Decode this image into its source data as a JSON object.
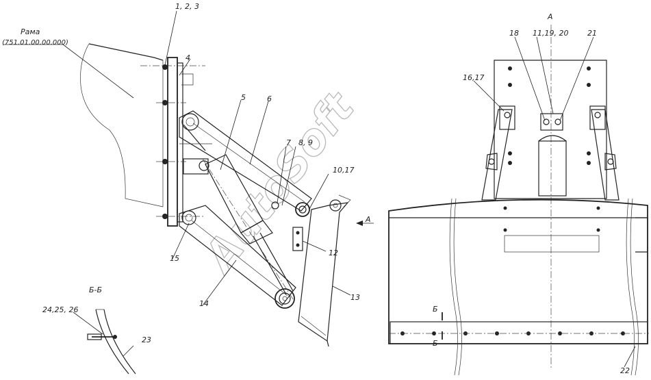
{
  "frame": {
    "name": "Рама",
    "code": "(751.01.00.00.000)"
  },
  "view_labels": {
    "view_a": "А",
    "arrow_a": "А",
    "section_title": "Б-Б",
    "cut_top": "Б",
    "cut_bottom": "Б"
  },
  "callouts": {
    "c_1_2_3": "1, 2, 3",
    "c_4": "4",
    "c_5": "5",
    "c_6": "6",
    "c_7": "7",
    "c_8_9": "8, 9",
    "c_10_17": "10,17",
    "c_12": "12",
    "c_13": "13",
    "c_14": "14",
    "c_15": "15",
    "c_16_17": "16,17",
    "c_18": "18",
    "c_11_19_20": "11,19, 20",
    "c_21": "21",
    "c_22": "22",
    "c_23": "23",
    "c_24_25_26": "24,25, 26"
  },
  "watermark": "AutoSoft"
}
